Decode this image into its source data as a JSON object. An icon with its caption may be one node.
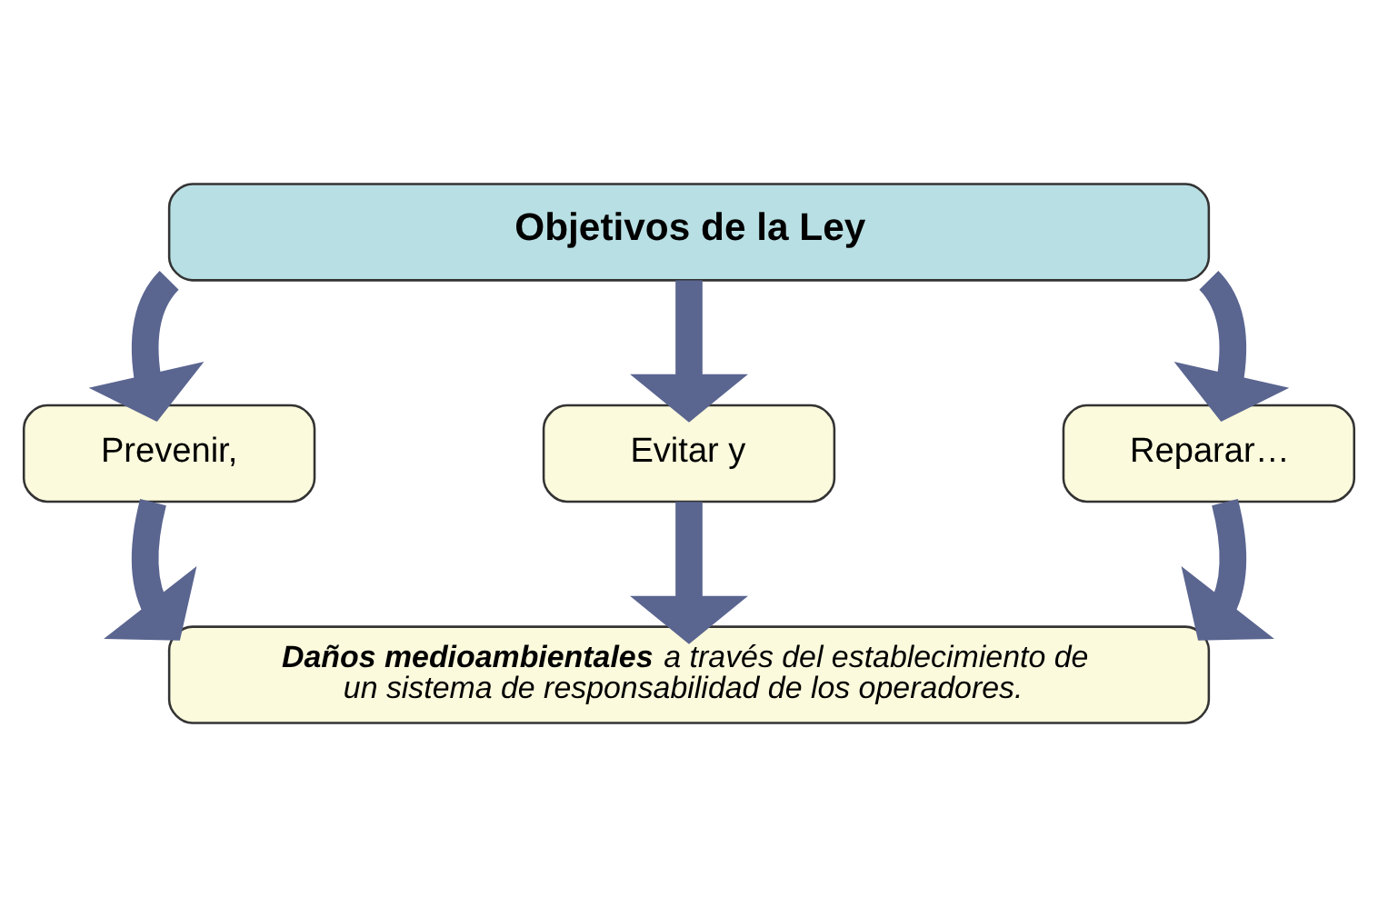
{
  "diagram": {
    "nodes": [
      {
        "text": [
          "Objetivos de la Ley"
        ]
      },
      {
        "text": [
          "Prevenir,"
        ]
      },
      {
        "text": [
          "Evitar y"
        ]
      },
      {
        "text": [
          "Reparar…"
        ]
      },
      {
        "text": [
          "**Daños medioambientales** a través del establecimiento de un sistema de responsabilidad de los operadores."
        ]
      }
    ],
    "edges": [
      {
        "from": 0,
        "to": 1,
        "arrow": "to"
      },
      {
        "from": 0,
        "to": 2,
        "arrow": "to"
      },
      {
        "from": 0,
        "to": 3,
        "arrow": "to"
      },
      {
        "from": 1,
        "to": 4,
        "arrow": "to"
      },
      {
        "from": 2,
        "to": 4,
        "arrow": "to"
      },
      {
        "from": 3,
        "to": 4,
        "arrow": "to"
      }
    ]
  }
}
